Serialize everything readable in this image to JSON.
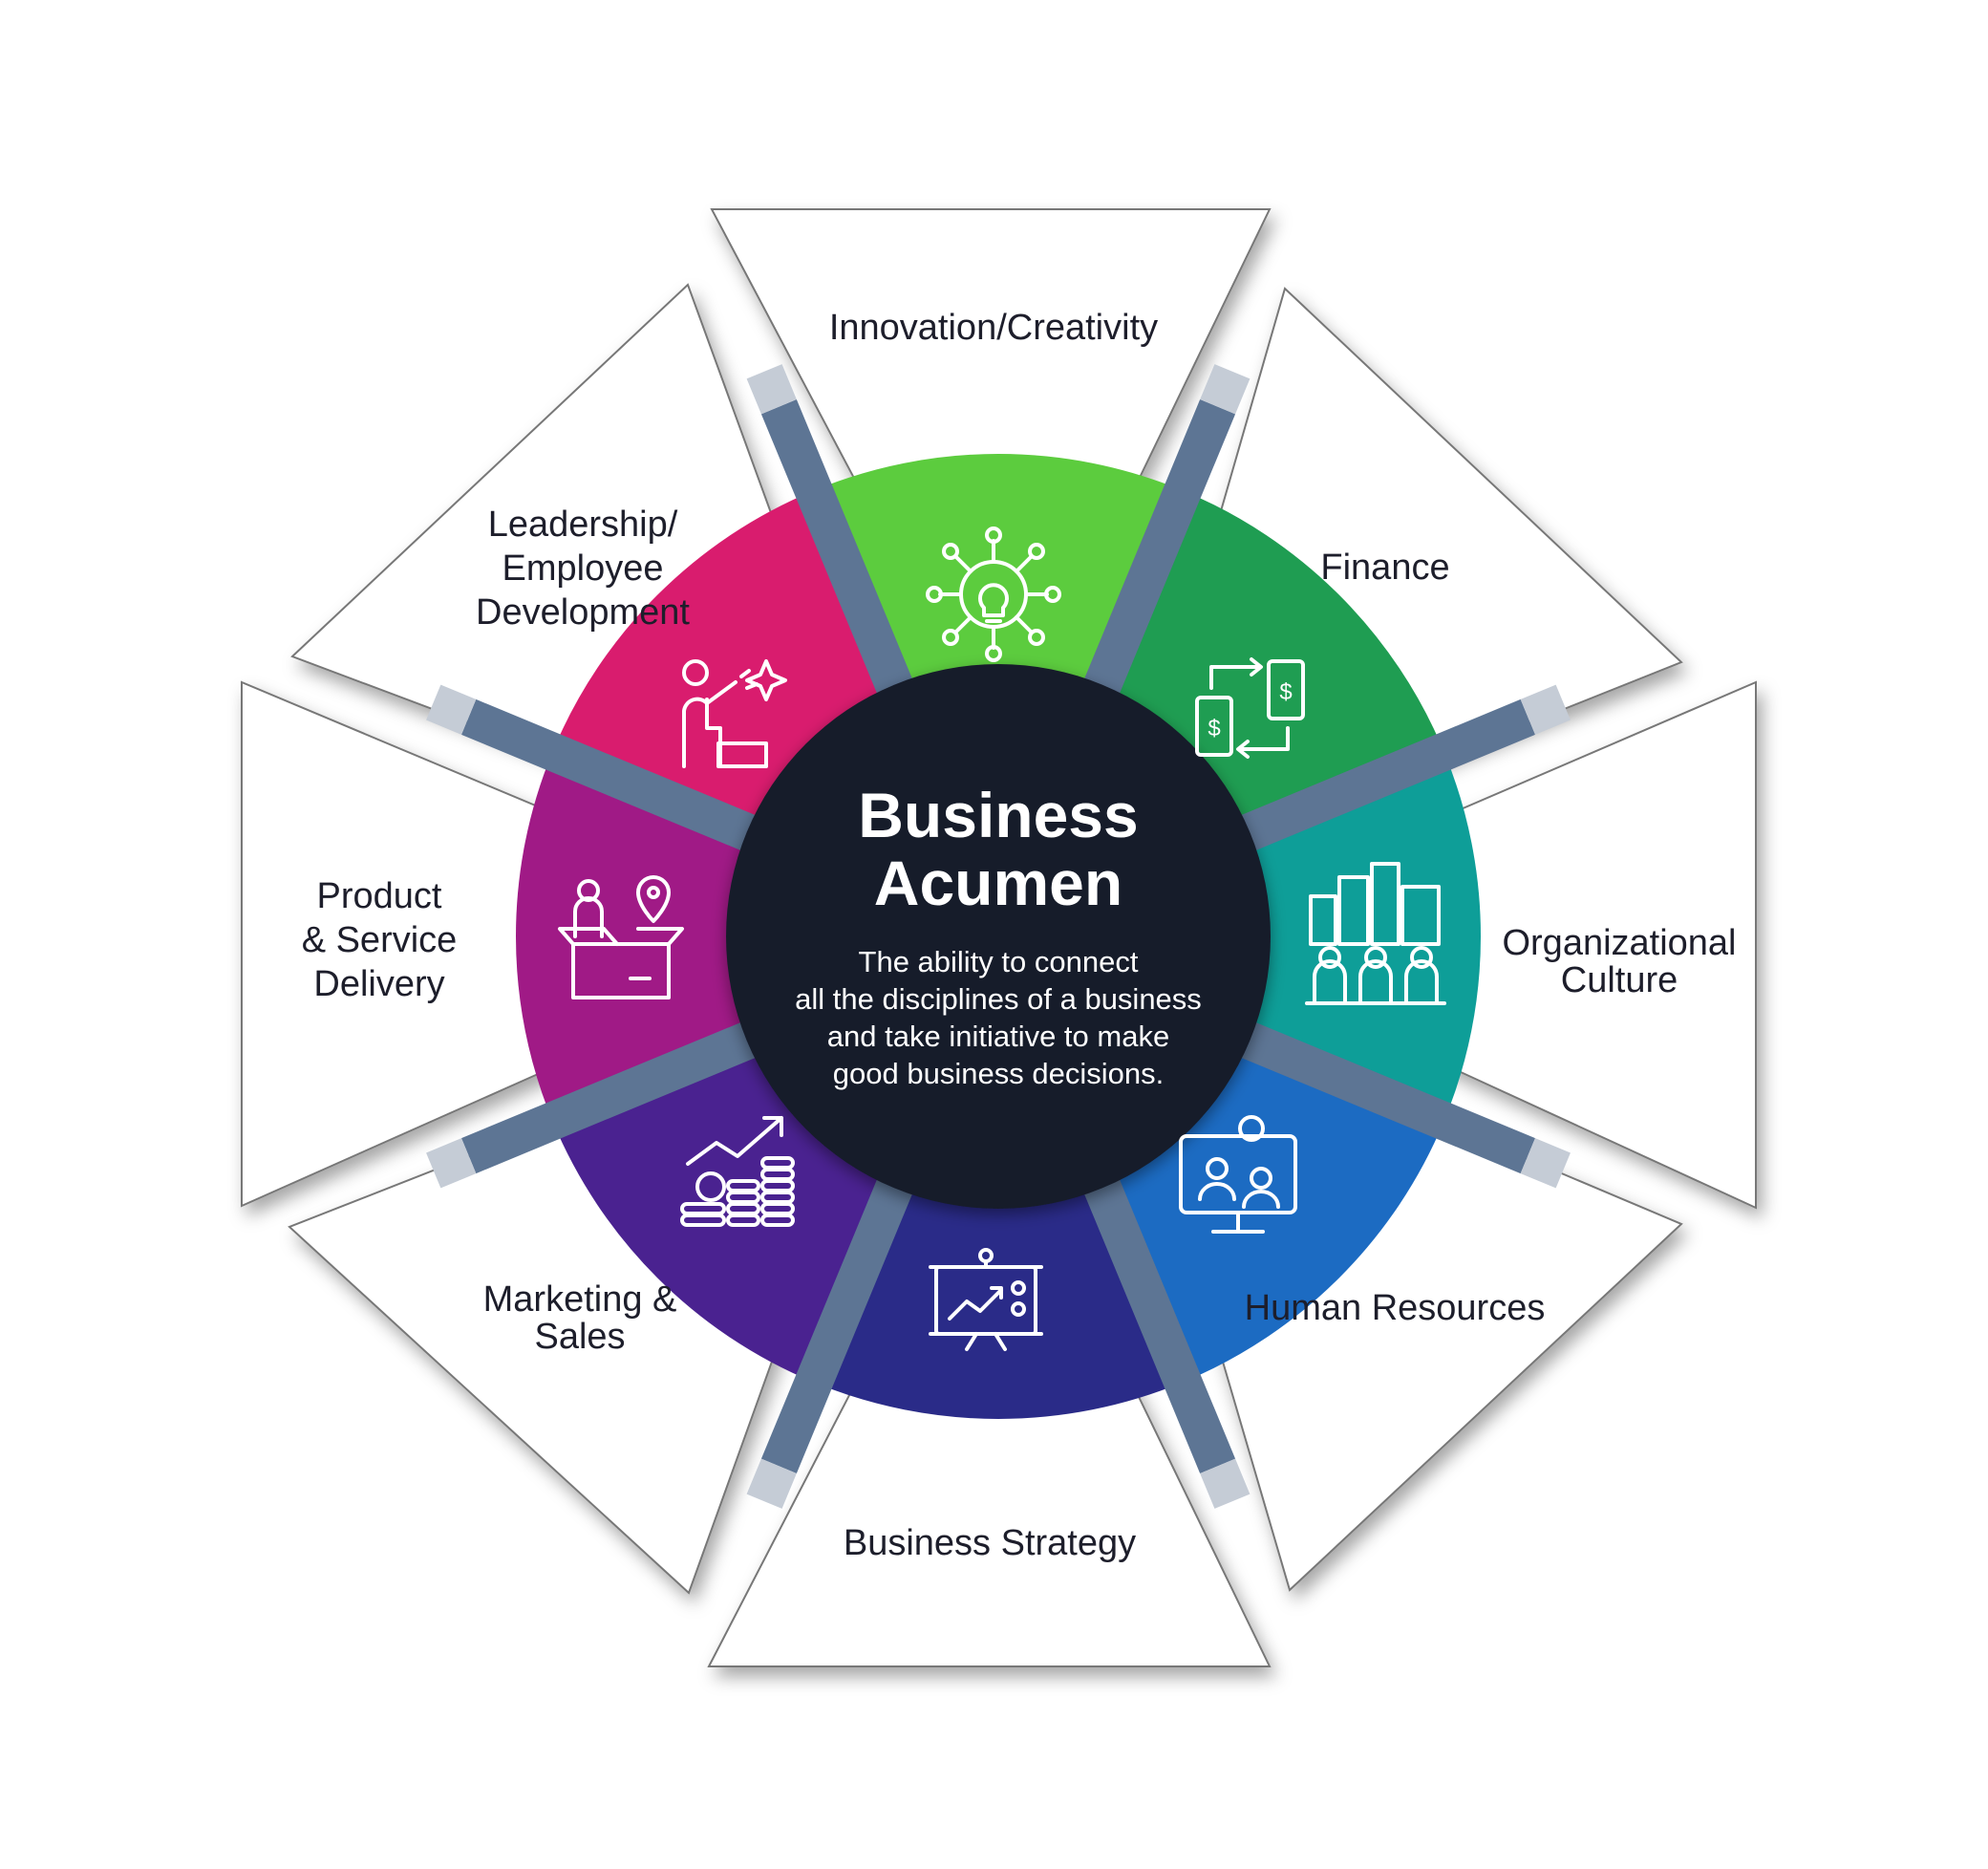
{
  "center": {
    "title_lines": [
      "Business",
      "Acumen"
    ],
    "description_lines": [
      "The ability to connect",
      "all the disciplines of a business",
      "and take initiative to make",
      "good business decisions."
    ],
    "color": "#161c2b"
  },
  "segments": [
    {
      "key": "innovation",
      "label_lines": [
        "Innovation/Creativity"
      ],
      "color": "#5ccc3e",
      "icon": "lightbulb-network-icon"
    },
    {
      "key": "finance",
      "label_lines": [
        "Finance"
      ],
      "color": "#1f9d52",
      "icon": "money-exchange-icon"
    },
    {
      "key": "culture",
      "label_lines": [
        "Organizational",
        "Culture"
      ],
      "color": "#0e9e98",
      "icon": "city-people-icon"
    },
    {
      "key": "hr",
      "label_lines": [
        "Human Resources"
      ],
      "color": "#1c6bc2",
      "icon": "video-conference-icon"
    },
    {
      "key": "strategy",
      "label_lines": [
        "Business Strategy"
      ],
      "color": "#2a2b88",
      "icon": "presentation-board-icon"
    },
    {
      "key": "marketing",
      "label_lines": [
        "Marketing &",
        "Sales"
      ],
      "color": "#4a2290",
      "icon": "coins-growth-icon"
    },
    {
      "key": "product",
      "label_lines": [
        "Product",
        "& Service",
        "Delivery"
      ],
      "color": "#a01a86",
      "icon": "delivery-box-icon"
    },
    {
      "key": "leadership",
      "label_lines": [
        "Leadership/",
        "Employee",
        "Development"
      ],
      "color": "#d91c6e",
      "icon": "leader-target-icon"
    }
  ],
  "colors": {
    "spoke": "#5d7594",
    "spoke_light": "#c5ccd6",
    "panel_border": "#777777"
  }
}
